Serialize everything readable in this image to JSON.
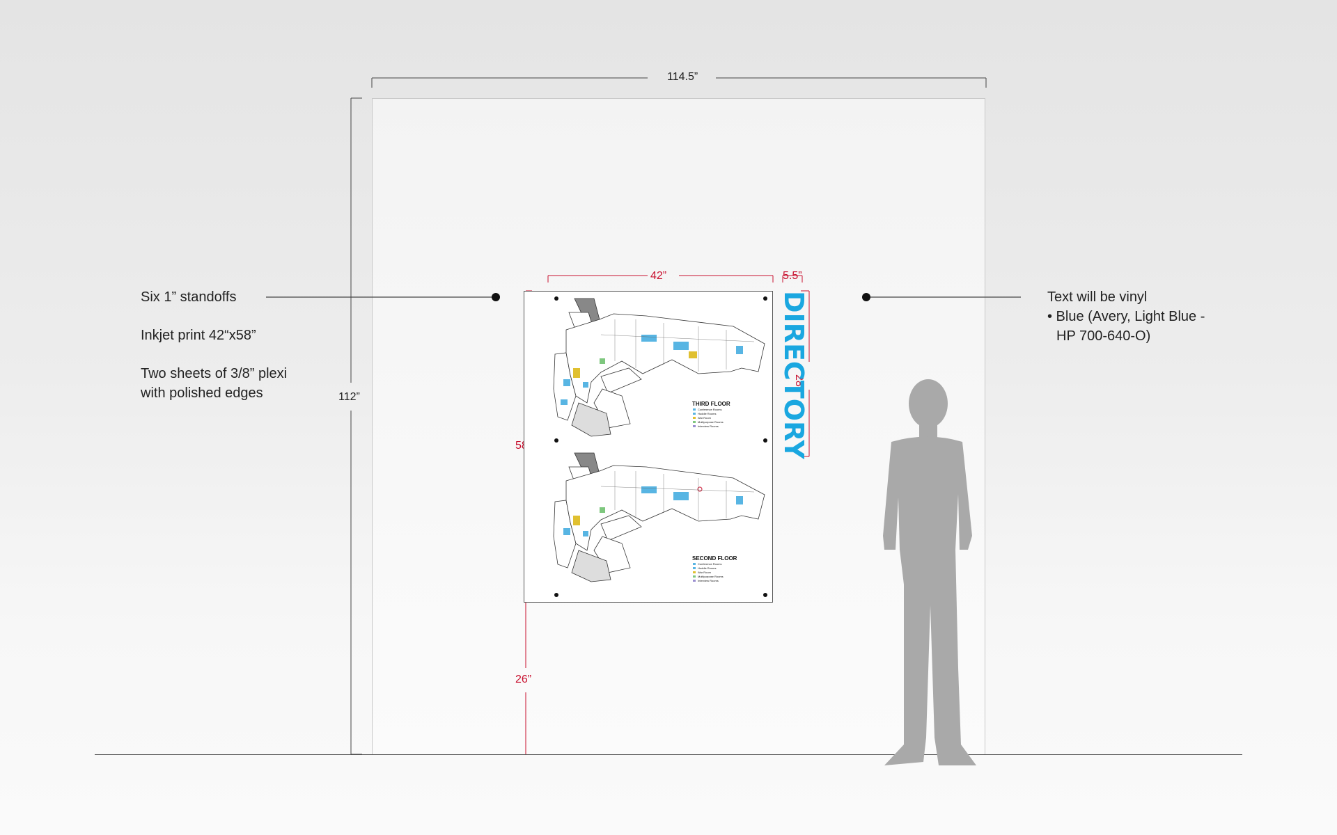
{
  "dimensions": {
    "wall_width": "114.5”",
    "wall_height": "112”",
    "panel_width": "42”",
    "vinyl_width": "5.5”",
    "vinyl_height": "28”",
    "panel_height": "58”",
    "floor_gap": "26”"
  },
  "notes_left": {
    "standoffs": "Six 1” standoffs",
    "print": "Inkjet print 42“x58”",
    "plexi_line1": "Two sheets of 3/8” plexi",
    "plexi_line2": "with polished edges"
  },
  "notes_right": {
    "line1": "Text will be vinyl",
    "line2": "• Blue (Avery, Light Blue -",
    "line3": "HP 700-640-O)"
  },
  "directory_text": "DIRECTORY",
  "floors": [
    {
      "title": "THIRD FLOOR",
      "legend": [
        "Conference Rooms",
        "Huddle Rooms",
        "War Room",
        "Multipurpose Rooms",
        "Interview Rooms"
      ]
    },
    {
      "title": "SECOND FLOOR",
      "legend": [
        "Conference Rooms",
        "Huddle Rooms",
        "War Room",
        "Multipurpose Rooms",
        "Interview Rooms"
      ]
    }
  ],
  "colors": {
    "dimension_red": "#c8102e",
    "vinyl_blue": "#1aa7e0",
    "silhouette": "#a9a9a9"
  }
}
